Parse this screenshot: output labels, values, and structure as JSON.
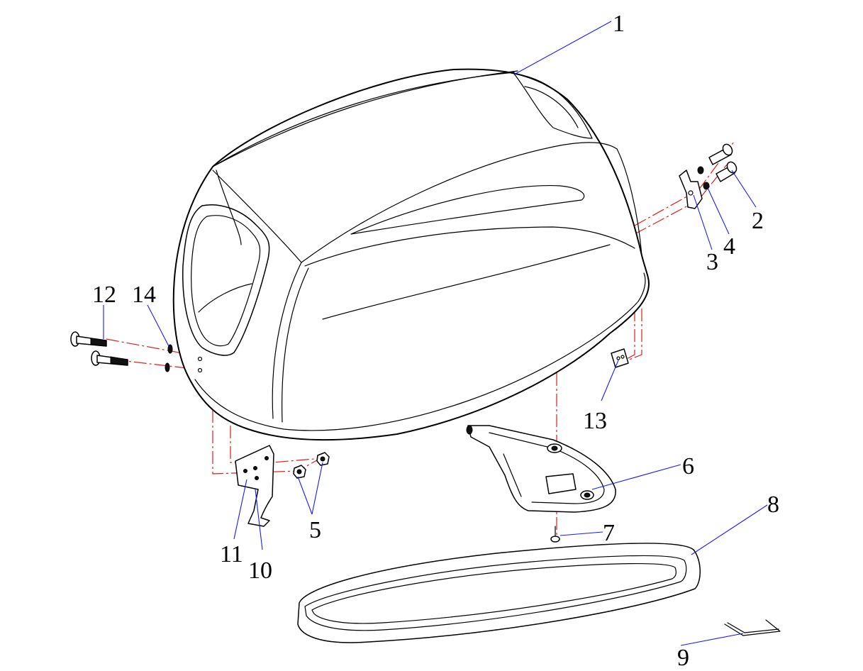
{
  "diagram": {
    "colors": {
      "outline": "#000000",
      "leader_line": "#1a1aff",
      "center_line": "#e41a1a",
      "background": "#ffffff"
    },
    "callouts": [
      {
        "id": "1",
        "label": "1"
      },
      {
        "id": "2",
        "label": "2"
      },
      {
        "id": "3",
        "label": "3"
      },
      {
        "id": "4",
        "label": "4"
      },
      {
        "id": "5",
        "label": "5"
      },
      {
        "id": "6",
        "label": "6"
      },
      {
        "id": "7",
        "label": "7"
      },
      {
        "id": "8",
        "label": "8"
      },
      {
        "id": "9",
        "label": "9"
      },
      {
        "id": "10",
        "label": "10"
      },
      {
        "id": "11",
        "label": "11"
      },
      {
        "id": "12",
        "label": "12"
      },
      {
        "id": "13",
        "label": "13"
      },
      {
        "id": "14",
        "label": "14"
      }
    ]
  }
}
